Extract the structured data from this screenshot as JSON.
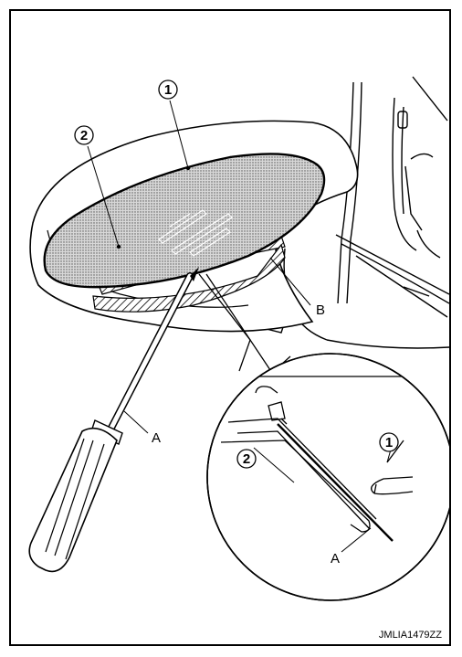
{
  "callouts": {
    "one_top": "1",
    "two_top": "2",
    "B": "B",
    "A_tool": "A",
    "one_detail": "1",
    "two_detail": "2",
    "A_detail": "A"
  },
  "figure_code": "JMLIA1479ZZ"
}
